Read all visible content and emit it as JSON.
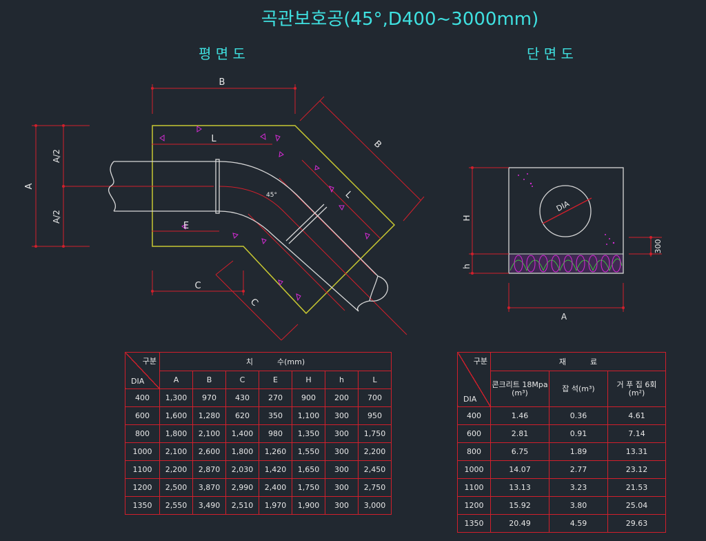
{
  "title": "곡관보호공(45°,D400~3000mm)",
  "plan_title": "평 면 도",
  "section_title": "단 면 도",
  "plan_labels": {
    "B_top": "B",
    "B_diag": "B",
    "A": "A",
    "A_half_top": "A/2",
    "A_half_bottom": "A/2",
    "L_top": "L",
    "L_diag": "L",
    "angle": "45°",
    "E": "E",
    "C_bottom": "C",
    "C_diag": "C"
  },
  "section_labels": {
    "DIA": "DIA",
    "H": "H",
    "h": "h",
    "A": "A",
    "dim_300": "300"
  },
  "dimension_table": {
    "header_top": "구분",
    "header_bottom": "DIA",
    "group_header": "치          수(mm)",
    "columns": [
      "A",
      "B",
      "C",
      "E",
      "H",
      "h",
      "L"
    ],
    "rows": [
      {
        "dia": "400",
        "values": [
          "1,300",
          "970",
          "430",
          "270",
          "900",
          "200",
          "700"
        ]
      },
      {
        "dia": "600",
        "values": [
          "1,600",
          "1,280",
          "620",
          "350",
          "1,100",
          "300",
          "950"
        ]
      },
      {
        "dia": "800",
        "values": [
          "1,800",
          "2,100",
          "1,400",
          "980",
          "1,350",
          "300",
          "1,750"
        ]
      },
      {
        "dia": "1000",
        "values": [
          "2,100",
          "2,600",
          "1,800",
          "1,260",
          "1,550",
          "300",
          "2,200"
        ]
      },
      {
        "dia": "1100",
        "values": [
          "2,200",
          "2,870",
          "2,030",
          "1,420",
          "1,650",
          "300",
          "2,450"
        ]
      },
      {
        "dia": "1200",
        "values": [
          "2,500",
          "3,870",
          "2,990",
          "2,400",
          "1,750",
          "300",
          "2,750"
        ]
      },
      {
        "dia": "1350",
        "values": [
          "2,550",
          "3,490",
          "2,510",
          "1,970",
          "1,900",
          "300",
          "3,000"
        ]
      }
    ]
  },
  "material_table": {
    "header_top": "구분",
    "header_bottom": "DIA",
    "group_header": "재          료",
    "columns": [
      "콘크리트\n18Mpa\n(m³)",
      "잡 석(m³)",
      "거 푸 집\n6회\n(m²)"
    ],
    "rows": [
      {
        "dia": "400",
        "values": [
          "1.46",
          "0.36",
          "4.61"
        ]
      },
      {
        "dia": "600",
        "values": [
          "2.81",
          "0.91",
          "7.14"
        ]
      },
      {
        "dia": "800",
        "values": [
          "6.75",
          "1.89",
          "13.31"
        ]
      },
      {
        "dia": "1000",
        "values": [
          "14.07",
          "2.77",
          "23.12"
        ]
      },
      {
        "dia": "1100",
        "values": [
          "13.13",
          "3.23",
          "21.53"
        ]
      },
      {
        "dia": "1200",
        "values": [
          "15.92",
          "3.80",
          "25.04"
        ]
      },
      {
        "dia": "1350",
        "values": [
          "20.49",
          "4.59",
          "29.63"
        ]
      }
    ]
  },
  "colors": {
    "background": "#212830",
    "title": "#3fe0e0",
    "dimension_line": "#d21f2b",
    "concrete_outline": "#c8c832",
    "pipe": "#d8d8d8",
    "rebar_marks": "#d62bd6",
    "gravel_fill": "#b040c0",
    "gravel_hatch": "#3fbf3f",
    "text": "#e8e8e8"
  }
}
